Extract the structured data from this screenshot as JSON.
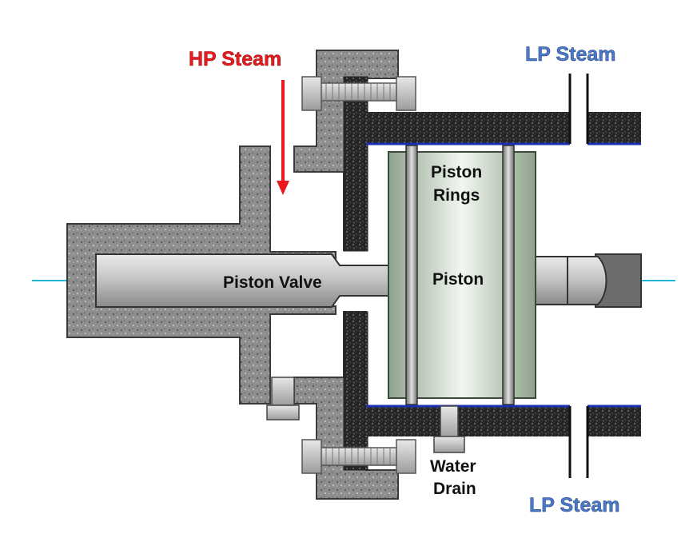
{
  "labels": {
    "hp_steam": "HP Steam",
    "lp_steam_top": "LP Steam",
    "lp_steam_bottom": "LP Steam",
    "piston_rings_line1": "Piston",
    "piston_rings_line2": "Rings",
    "piston": "Piston",
    "piston_valve": "Piston Valve",
    "water_drain_line1": "Water",
    "water_drain_line2": "Drain"
  },
  "colors": {
    "hp_arrow": "#e8191f",
    "lp_text": "#4b79c9",
    "axis_line": "#1fb8d8",
    "cylinder_liner": "#1a2fb3",
    "piston_body": "#c9d9c5",
    "casing_gray": "#8f8f8f",
    "insulation_dark": "#2a2a2a"
  }
}
